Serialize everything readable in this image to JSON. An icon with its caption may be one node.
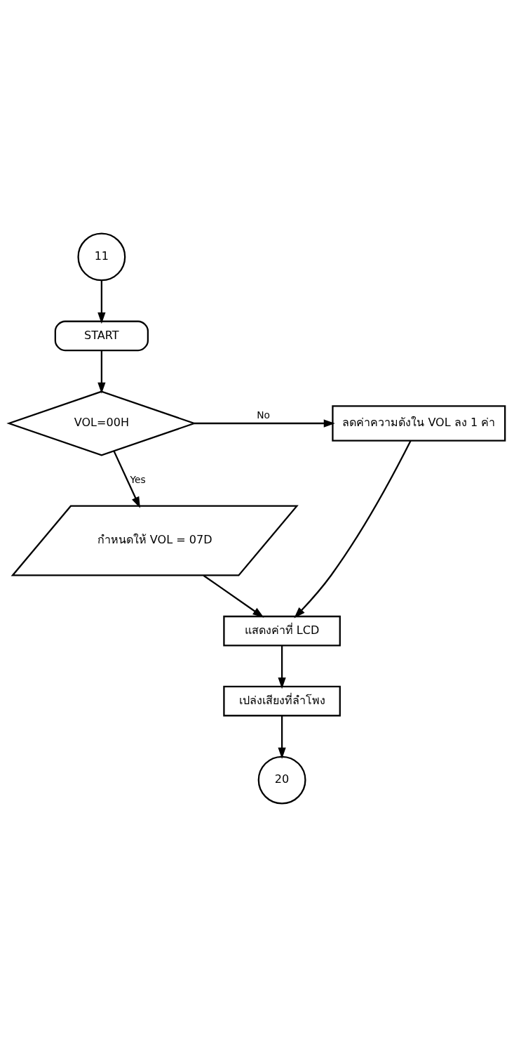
{
  "diagram": {
    "nodes": [
      {
        "text": [
          "11"
        ]
      },
      {
        "text": [
          "START"
        ]
      },
      {
        "text": [
          "VOL=00H"
        ]
      },
      {
        "text": [
          "ลดค่าความดังใน VOL ลง 1 ค่า"
        ]
      },
      {
        "text": [
          "กำหนดให้ VOL = 07D"
        ]
      },
      {
        "text": [
          "แสดงค่าที่ LCD"
        ]
      },
      {
        "text": [
          "เปล่งเสียงที่ลำโพง"
        ]
      },
      {
        "text": [
          "20"
        ]
      }
    ],
    "edges": [
      {
        "from": 0,
        "to": 1,
        "arrow": "to"
      },
      {
        "from": 1,
        "to": 2,
        "arrow": "to"
      },
      {
        "from": 2,
        "to": 3,
        "arrow": "to",
        "label": "No"
      },
      {
        "from": 2,
        "to": 4,
        "arrow": "to",
        "label": "Yes"
      },
      {
        "from": 4,
        "to": 5,
        "arrow": "to"
      },
      {
        "from": 3,
        "to": 5,
        "arrow": "to"
      },
      {
        "from": 5,
        "to": 6,
        "arrow": "to"
      },
      {
        "from": 6,
        "to": 7,
        "arrow": "to"
      }
    ]
  }
}
